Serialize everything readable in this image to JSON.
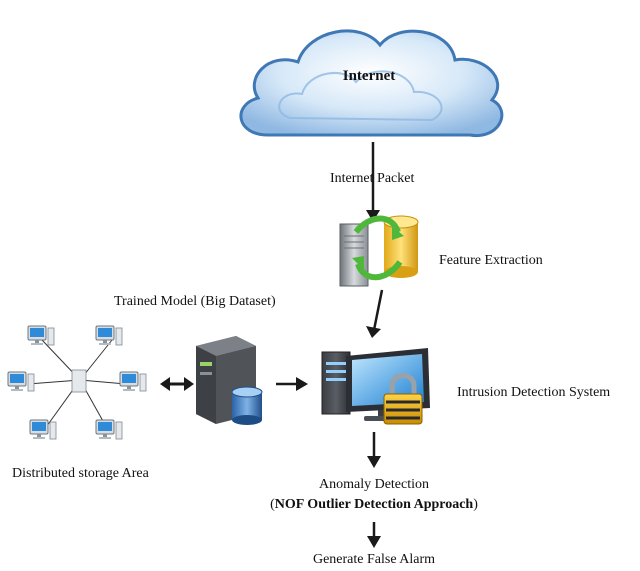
{
  "cloud": {
    "label": "Internet"
  },
  "labels": {
    "internet_packet": "Internet Packet",
    "feature_extraction": "Feature Extraction",
    "trained_model": "Trained Model (Big Dataset)",
    "ids": "Intrusion Detection System",
    "distributed_storage": "Distributed storage Area",
    "anomaly_detection": "Anomaly Detection",
    "nof_open": "(",
    "nof_bold": "NOF Outlier Detection Approach",
    "nof_close": ")",
    "false_alarm": "Generate False Alarm"
  },
  "colors": {
    "cloud_fill": "#b9d6f0",
    "cloud_stroke": "#3f78b5",
    "arrow": "#1a1a1a"
  }
}
